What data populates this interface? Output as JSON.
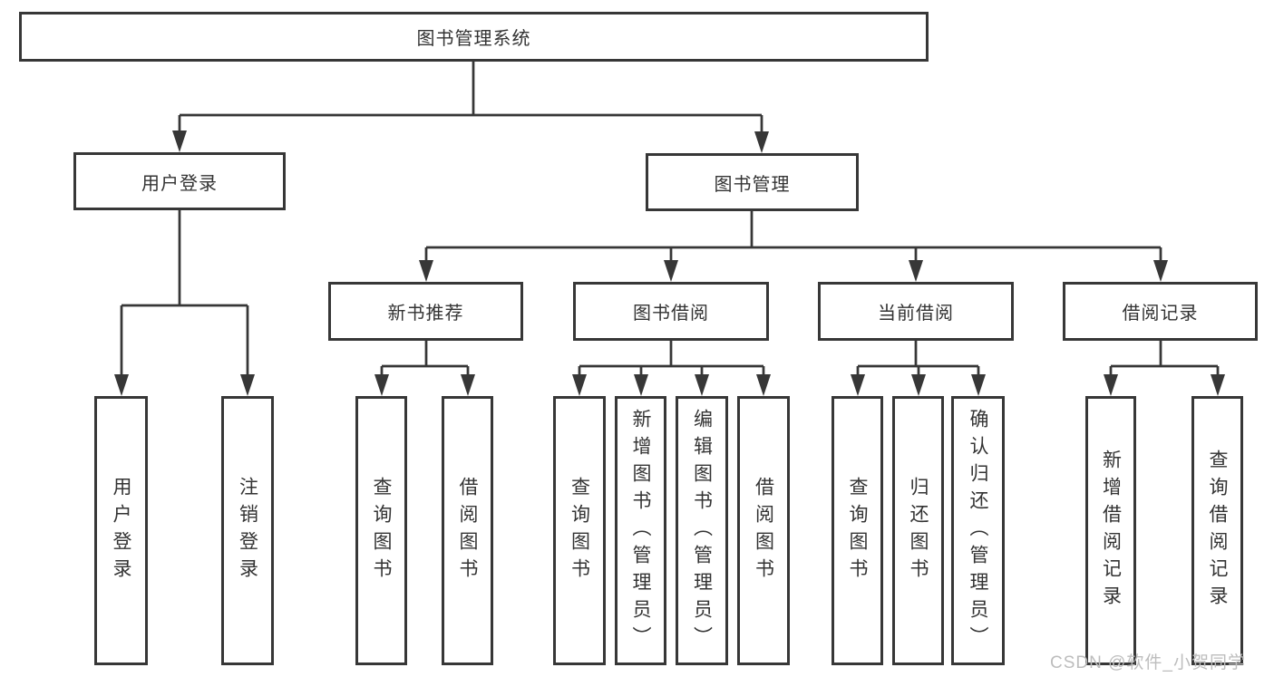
{
  "tree": {
    "root": "图书管理系统",
    "branches": [
      {
        "label": "用户登录",
        "children": [
          "用户登录",
          "注销登录"
        ]
      },
      {
        "label": "图书管理",
        "sections": [
          {
            "label": "新书推荐",
            "children": [
              "查询图书",
              "借阅图书"
            ]
          },
          {
            "label": "图书借阅",
            "children": [
              "查询图书",
              "新增图书（管理员）",
              "编辑图书（管理员）",
              "借阅图书"
            ]
          },
          {
            "label": "当前借阅",
            "children": [
              "查询图书",
              "归还图书",
              "确认归还（管理员）"
            ]
          },
          {
            "label": "借阅记录",
            "children": [
              "新增借阅记录",
              "查询借阅记录"
            ]
          }
        ]
      }
    ]
  },
  "watermark": "CSDN @软件_小贺同学",
  "colors": {
    "line": "#373737",
    "text": "#333333",
    "watermark": "#bdbdbd",
    "background": "#ffffff"
  }
}
